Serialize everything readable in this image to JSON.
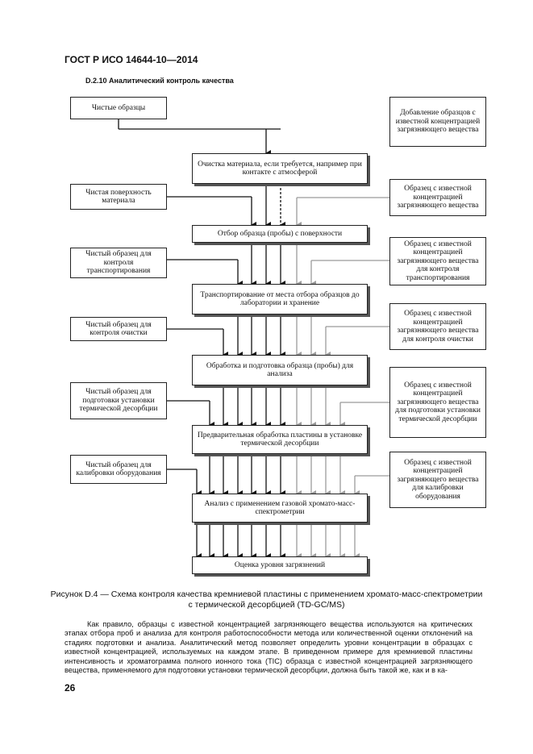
{
  "header": "ГОСТ Р ИСО 14644-10—2014",
  "section": "D.2.10 Аналитический контроль качества",
  "center_boxes": [
    "Очистка материала, если требуется, например при контакте с атмосферой",
    "Отбор образца (пробы) с поверхности",
    "Транспортирование от места отбора образцов до лаборатории и хранение",
    "Обработка и подготовка образца (пробы) для анализа",
    "Предварительная обработка пластины в установке термической десорбции",
    "Анализ с применением газовой хромато-масс-спектрометрии",
    "Оценка уровня загрязнений"
  ],
  "left_boxes": [
    "Чистые образцы",
    "Чистая поверхность материала",
    "Чистый образец для контроля транспортирования",
    "Чистый образец для контроля очистки",
    "Чистый образец для подготовки установки термической десорбции",
    "Чистый образец для калибровки оборудования"
  ],
  "right_boxes": [
    "Добавление образцов с известной концентрацией загрязняющего вещества",
    "Образец с известной концентрацией загрязняющего вещества",
    "Образец с известной концентрацией загрязняющего вещества для контроля транспортирования",
    "Образец с известной концентрацией загрязняющего вещества для контроля очистки",
    "Образец с известной концентрацией загрязняющего вещества для подготовки установки термической десорбции",
    "Образец с известной концентрацией загрязняющего вещества для калибровки оборудования"
  ],
  "caption": "Рисунок D.4 — Схема контроля качества кремниевой пластины с применением хромато-масс-спектрометрии с термической десорбцией (TD-GC/MS)",
  "paragraph": "Как правило, образцы с известной концентрацией загрязняющего вещества используются на критических этапах отбора проб и анализа для контроля работоспособности метода или количественной оценки отклонений на стадиях подготовки и анализа. Аналитический метод позволяет определить уровни концентрации в образцах с известной концентрацией, используемых на каждом этапе. В приведенном примере для кремниевой пластины интенсивность и хроматограмма полного ионного тока (TIC) образца с известной концентрацией загрязняющего вещества, применяемого для подготовки установки термической десорбции, должна быть такой же, как и в ка-",
  "page_number": "26",
  "colors": {
    "black_arrow": "#111111",
    "gray_arrow": "#9a9a9a"
  }
}
